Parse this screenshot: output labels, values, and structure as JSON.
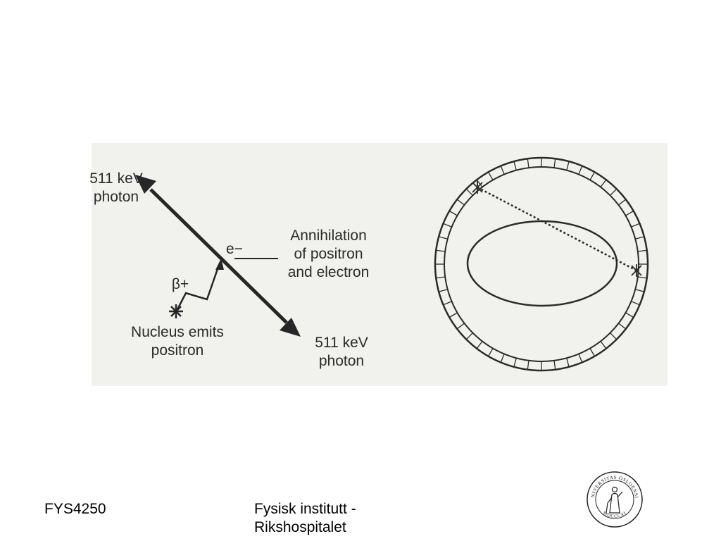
{
  "diagram": {
    "photon_top_line1": "511 keV",
    "photon_top_line2": "photon",
    "electron_label": "e−",
    "annihilation_line1": "Annihilation",
    "annihilation_line2": "of positron",
    "annihilation_line3": "and electron",
    "beta_label": "β+",
    "nucleus_line1": "Nucleus emits",
    "nucleus_line2": "positron",
    "photon_bottom_line1": "511 keV",
    "photon_bottom_line2": "photon"
  },
  "footer": {
    "course": "FYS4250",
    "institute_line1": "Fysisk institutt -",
    "institute_line2": "Rikshospitalet"
  },
  "seal": {
    "text": "UNIVERSITAS OSLOENSIS",
    "year": "MDCCCXI"
  }
}
